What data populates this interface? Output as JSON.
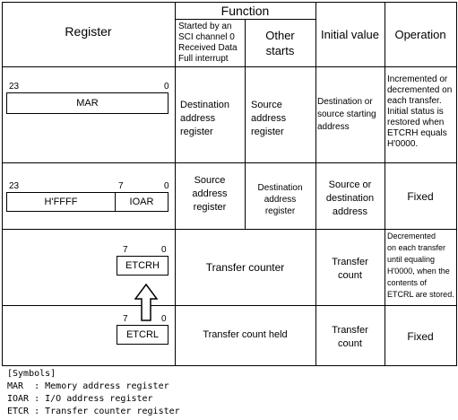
{
  "header": {
    "register": "Register",
    "function": "Function",
    "sci_started": [
      "Started by an",
      "SCI channel 0",
      "Received Data",
      "Full interrupt"
    ],
    "other_starts": [
      "Other",
      "starts"
    ],
    "initial_value": "Initial value",
    "operation": "Operation"
  },
  "rows": [
    {
      "bit_hi": "23",
      "bit_lo": "0",
      "reg": "MAR",
      "sci": [
        "Destination",
        "address",
        "register"
      ],
      "other": [
        "Source",
        "address",
        "register"
      ],
      "initial": [
        "Destination or",
        "source starting",
        "address"
      ],
      "operation": [
        "Incremented or",
        "decremented on",
        "each transfer.",
        "Initial status is",
        "restored when",
        "ETCRH equals",
        "H'0000."
      ]
    },
    {
      "bit_hi": "23",
      "bit_mid": "7",
      "bit_lo": "0",
      "reg_left": "H'FFFF",
      "reg_right": "IOAR",
      "sci": [
        "Source",
        "address",
        "register"
      ],
      "other": [
        "Destination",
        "address",
        "register"
      ],
      "initial": [
        "Source or",
        "destination",
        "address"
      ],
      "operation": [
        "Fixed"
      ]
    },
    {
      "bit_hi": "7",
      "bit_lo": "0",
      "reg": "ETCRH",
      "function": "Transfer counter",
      "initial": [
        "Transfer",
        "count"
      ],
      "operation": [
        "Decremented",
        "on each transfer",
        "until equaling",
        "H'0000, when the",
        "contents of",
        "ETCRL are stored."
      ]
    },
    {
      "bit_hi": "7",
      "bit_lo": "0",
      "reg": "ETCRL",
      "function": "Transfer count held",
      "initial": [
        "Transfer",
        "count"
      ],
      "operation": [
        "Fixed"
      ]
    }
  ],
  "symbols": [
    "[Symbols]",
    "MAR  : Memory address register",
    "IOAR : I/O address register",
    "ETCR : Transfer counter register"
  ]
}
